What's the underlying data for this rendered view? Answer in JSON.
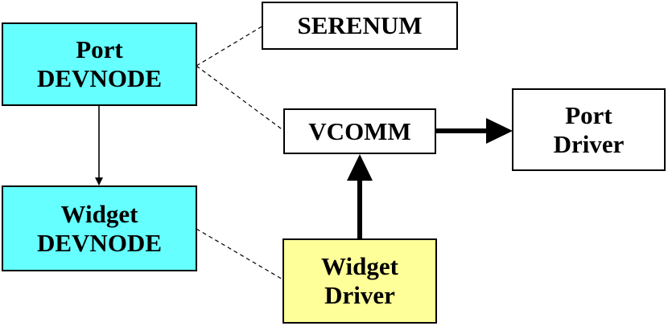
{
  "colors": {
    "devnode_fill": "#66ffff",
    "driver_fill": "#ffff99",
    "plain_fill": "#ffffff",
    "line": "#000000"
  },
  "nodes": {
    "port_devnode": {
      "line1": "Port",
      "line2": "DEVNODE"
    },
    "widget_devnode": {
      "line1": "Widget",
      "line2": "DEVNODE"
    },
    "serenum": {
      "label": "SERENUM"
    },
    "vcomm": {
      "label": "VCOMM"
    },
    "port_driver": {
      "line1": "Port",
      "line2": "Driver"
    },
    "widget_driver": {
      "line1": "Widget",
      "line2": "Driver"
    }
  }
}
